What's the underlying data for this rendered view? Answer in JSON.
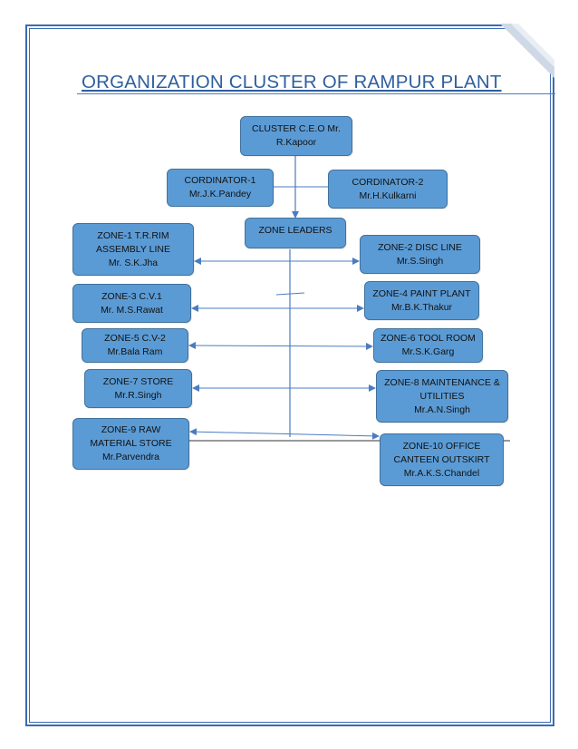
{
  "title": "ORGANIZATION CLUSTER OF RAMPUR PLANT",
  "colors": {
    "box_fill": "#5b9bd5",
    "box_border": "#41719c",
    "title": "#2e5f9e",
    "frame": "#3b6bb0"
  },
  "nodes": {
    "ceo": "CLUSTER C.E.O Mr.\nR.Kapoor",
    "coordinator1": "CORDINATOR-1\nMr.J.K.Pandey",
    "coordinator2": "CORDINATOR-2\nMr.H.Kulkarni",
    "zone_leaders": "ZONE LEADERS",
    "zone1": "ZONE-1 T.R.RIM\nASSEMBLY LINE\nMr. S.K.Jha",
    "zone2": "ZONE-2 DISC LINE\nMr.S.Singh",
    "zone3": "ZONE-3 C.V.1\nMr. M.S.Rawat",
    "zone4": "ZONE-4 PAINT PLANT\nMr.B.K.Thakur",
    "zone5": "ZONE-5 C.V-2\nMr.Bala Ram",
    "zone6": "ZONE-6 TOOL ROOM\nMr.S.K.Garg",
    "zone7": "ZONE-7 STORE\nMr.R.Singh",
    "zone8": "ZONE-8 MAINTENANCE &\nUTILITIES\nMr.A.N.Singh",
    "zone9": "ZONE-9 RAW\nMATERIAL STORE\nMr.Parvendra",
    "zone10": "ZONE-10 OFFICE\nCANTEEN OUTSKIRT\nMr.A.K.S.Chandel"
  }
}
